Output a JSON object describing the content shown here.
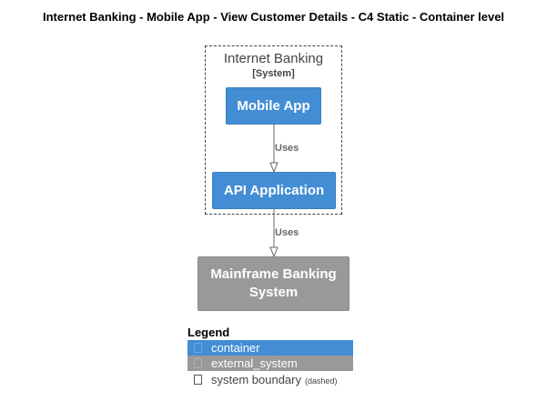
{
  "diagram": {
    "title": "Internet Banking - Mobile App - View Customer Details - C4 Static - Container level",
    "boundary": {
      "name": "Internet Banking",
      "type": "[System]"
    },
    "nodes": {
      "mobile_app": "Mobile App",
      "api_application": "API Application",
      "mainframe_line1": "Mainframe Banking",
      "mainframe_line2": "System"
    },
    "relations": [
      {
        "from": "Mobile App",
        "to": "API Application",
        "label": "Uses"
      },
      {
        "from": "API Application",
        "to": "Mainframe Banking System",
        "label": "Uses"
      }
    ]
  },
  "legend": {
    "title": "Legend",
    "items": [
      {
        "label": "container",
        "color": "#438dd5"
      },
      {
        "label": "external_system",
        "color": "#999999"
      },
      {
        "label": "system boundary",
        "note": "(dashed)"
      }
    ]
  },
  "colors": {
    "container": "#438dd5",
    "external_system": "#999999",
    "boundary_text": "#444444",
    "relation": "#666666"
  }
}
